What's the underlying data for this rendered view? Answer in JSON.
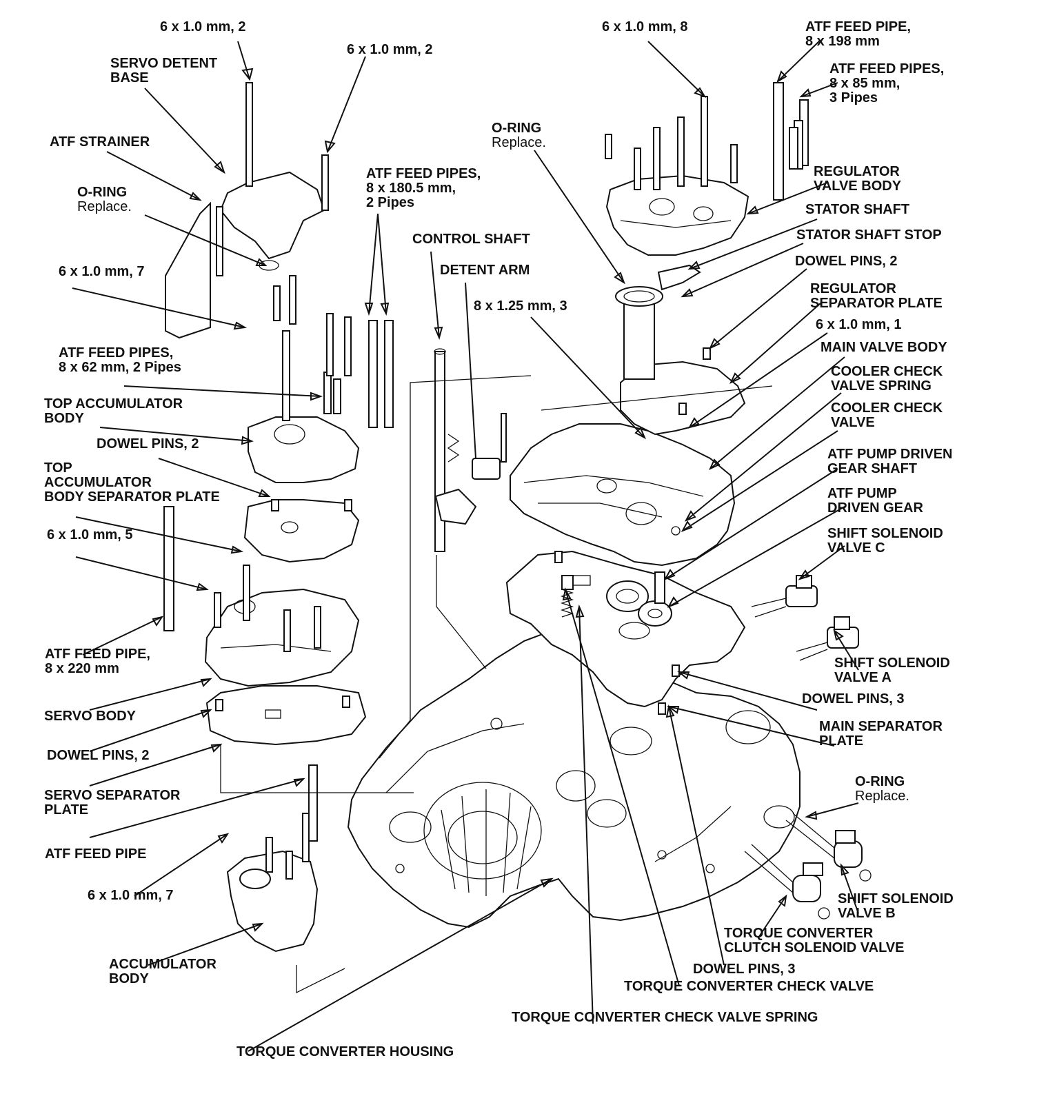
{
  "labels": [
    {
      "id": "bolt-6x1-2-top",
      "lines": [
        "6 x 1.0 mm, 2"
      ]
    },
    {
      "id": "bolt-6x1-2-strainer",
      "lines": [
        "6 x 1.0 mm, 2"
      ]
    },
    {
      "id": "servo-detent-base",
      "lines": [
        "SERVO DETENT",
        "BASE"
      ]
    },
    {
      "id": "atf-strainer",
      "lines": [
        "ATF STRAINER"
      ]
    },
    {
      "id": "o-ring-strainer",
      "lines": [
        "O-RING"
      ],
      "note": "Replace."
    },
    {
      "id": "bolt-6x1-7-upper",
      "lines": [
        "6 x 1.0 mm, 7"
      ]
    },
    {
      "id": "atf-feed-pipes-62",
      "lines": [
        "ATF FEED PIPES,",
        "8 x 62 mm, 2 Pipes"
      ]
    },
    {
      "id": "top-accumulator-body",
      "lines": [
        "TOP ACCUMULATOR",
        "BODY"
      ]
    },
    {
      "id": "dowel-pins-2-top-acc",
      "lines": [
        "DOWEL PINS, 2"
      ]
    },
    {
      "id": "top-acc-separator-plate",
      "lines": [
        "TOP",
        "ACCUMULATOR",
        "BODY SEPARATOR PLATE"
      ]
    },
    {
      "id": "bolt-6x1-5",
      "lines": [
        "6 x 1.0 mm, 5"
      ]
    },
    {
      "id": "atf-feed-pipe-220",
      "lines": [
        "ATF FEED PIPE,",
        "8 x 220 mm"
      ]
    },
    {
      "id": "servo-body",
      "lines": [
        "SERVO BODY"
      ]
    },
    {
      "id": "dowel-pins-2-servo",
      "lines": [
        "DOWEL PINS, 2"
      ]
    },
    {
      "id": "servo-separator-plate",
      "lines": [
        "SERVO SEPARATOR",
        "PLATE"
      ]
    },
    {
      "id": "atf-feed-pipe",
      "lines": [
        "ATF FEED PIPE"
      ]
    },
    {
      "id": "bolt-6x1-7-lower",
      "lines": [
        "6 x 1.0 mm, 7"
      ]
    },
    {
      "id": "accumulator-body",
      "lines": [
        "ACCUMULATOR",
        "BODY"
      ]
    },
    {
      "id": "torque-converter-housing",
      "lines": [
        "TORQUE CONVERTER HOUSING"
      ]
    },
    {
      "id": "atf-feed-pipes-180",
      "lines": [
        "ATF FEED PIPES,",
        "8 x 180.5 mm,",
        "2 Pipes"
      ]
    },
    {
      "id": "control-shaft",
      "lines": [
        "CONTROL SHAFT"
      ]
    },
    {
      "id": "detent-arm",
      "lines": [
        "DETENT ARM"
      ]
    },
    {
      "id": "bolt-8x125-3",
      "lines": [
        "8 x 1.25 mm, 3"
      ]
    },
    {
      "id": "o-ring-stator",
      "lines": [
        "O-RING"
      ],
      "note": "Replace."
    },
    {
      "id": "bolt-6x1-8",
      "lines": [
        "6 x 1.0 mm, 8"
      ]
    },
    {
      "id": "atf-feed-pipe-198",
      "lines": [
        "ATF FEED PIPE,",
        "8 x 198 mm"
      ]
    },
    {
      "id": "atf-feed-pipes-85",
      "lines": [
        "ATF FEED PIPES,",
        "8 x 85 mm,",
        "3 Pipes"
      ]
    },
    {
      "id": "regulator-valve-body",
      "lines": [
        "REGULATOR",
        "VALVE BODY"
      ]
    },
    {
      "id": "stator-shaft",
      "lines": [
        "STATOR SHAFT"
      ]
    },
    {
      "id": "stator-shaft-stop",
      "lines": [
        "STATOR SHAFT STOP"
      ]
    },
    {
      "id": "dowel-pins-2-regulator",
      "lines": [
        "DOWEL PINS, 2"
      ]
    },
    {
      "id": "regulator-separator-plate",
      "lines": [
        "REGULATOR",
        "SEPARATOR PLATE"
      ]
    },
    {
      "id": "bolt-6x1-1",
      "lines": [
        "6 x 1.0 mm, 1"
      ]
    },
    {
      "id": "main-valve-body",
      "lines": [
        "MAIN VALVE BODY"
      ]
    },
    {
      "id": "cooler-check-valve-spring",
      "lines": [
        "COOLER CHECK",
        "VALVE SPRING"
      ]
    },
    {
      "id": "cooler-check-valve",
      "lines": [
        "COOLER CHECK",
        "VALVE"
      ]
    },
    {
      "id": "atf-pump-driven-gear-shaft",
      "lines": [
        "ATF PUMP DRIVEN",
        "GEAR SHAFT"
      ]
    },
    {
      "id": "atf-pump-driven-gear",
      "lines": [
        "ATF PUMP",
        "DRIVEN GEAR"
      ]
    },
    {
      "id": "shift-solenoid-valve-c",
      "lines": [
        "SHIFT SOLENOID",
        "VALVE C"
      ]
    },
    {
      "id": "shift-solenoid-valve-a",
      "lines": [
        "SHIFT SOLENOID",
        "VALVE A"
      ]
    },
    {
      "id": "dowel-pins-3-main",
      "lines": [
        "DOWEL PINS, 3"
      ]
    },
    {
      "id": "main-separator-plate",
      "lines": [
        "MAIN SEPARATOR",
        "PLATE"
      ]
    },
    {
      "id": "o-ring-solenoid",
      "lines": [
        "O-RING"
      ],
      "note": "Replace."
    },
    {
      "id": "shift-solenoid-valve-b",
      "lines": [
        "SHIFT SOLENOID",
        "VALVE B"
      ]
    },
    {
      "id": "tcc-solenoid-valve",
      "lines": [
        "TORQUE CONVERTER",
        "CLUTCH SOLENOID VALVE"
      ]
    },
    {
      "id": "dowel-pins-3-bottom",
      "lines": [
        "DOWEL PINS, 3"
      ]
    },
    {
      "id": "tc-check-valve",
      "lines": [
        "TORQUE CONVERTER CHECK VALVE"
      ]
    },
    {
      "id": "tc-check-valve-spring",
      "lines": [
        "TORQUE CONVERTER CHECK VALVE SPRING"
      ]
    }
  ]
}
